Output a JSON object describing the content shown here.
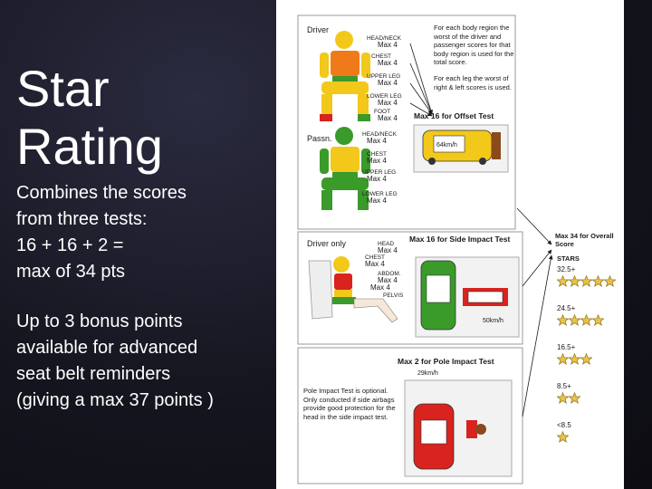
{
  "slide": {
    "title": "Star Rating",
    "paragraph_1": "Combines the scores\nfrom three tests:\n16 + 16 + 2 =\nmax of 34 pts",
    "paragraph_2": "Up to 3 bonus points\navailable for advanced\nseat belt reminders\n(giving a max 37 points )"
  },
  "diagram": {
    "offset": {
      "driver_label": "Driver",
      "passenger_label": "Passn.",
      "head_neck": "HEAD/NECK",
      "chest": "CHEST",
      "upper_leg": "UPPER LEG",
      "lower_leg": "LOWER LEG",
      "foot": "FOOT",
      "max4": "Max 4",
      "note_1": "For each body region the worst of the driver and passenger scores for that body region is used for the total score.",
      "note_2": "For each leg the worst of right & left scores is used.",
      "max_title": "Max 16 for Offset Test",
      "speed": "64km/h"
    },
    "side": {
      "driver_only": "Driver only",
      "head": "HEAD",
      "chest": "CHEST",
      "abdomen": "ABDOM.",
      "pelvis": "PELVIS",
      "max4": "Max 4",
      "max_title": "Max 16 for Side Impact Test",
      "speed": "50km/h"
    },
    "pole": {
      "max_title": "Max 2 for Pole Impact Test",
      "speed": "29km/h",
      "note": "Pole Impact Test is optional. Only conducted if side airbags provide good protection for the head in the side impact test."
    },
    "overall": {
      "max_title": "Max 34 for Overall Score",
      "stars_label": "STARS",
      "levels": [
        {
          "threshold": "32.5+",
          "stars": 5
        },
        {
          "threshold": "24.5+",
          "stars": 4
        },
        {
          "threshold": "16.5+",
          "stars": 3
        },
        {
          "threshold": "8.5+",
          "stars": 2
        },
        {
          "threshold": "<8.5",
          "stars": 1
        }
      ]
    },
    "colors": {
      "green": "#3a9a2a",
      "yellow": "#f2c81a",
      "orange": "#f07a1a",
      "red": "#d8231f",
      "brown": "#8a4a1c",
      "star": "#c8a020"
    }
  }
}
